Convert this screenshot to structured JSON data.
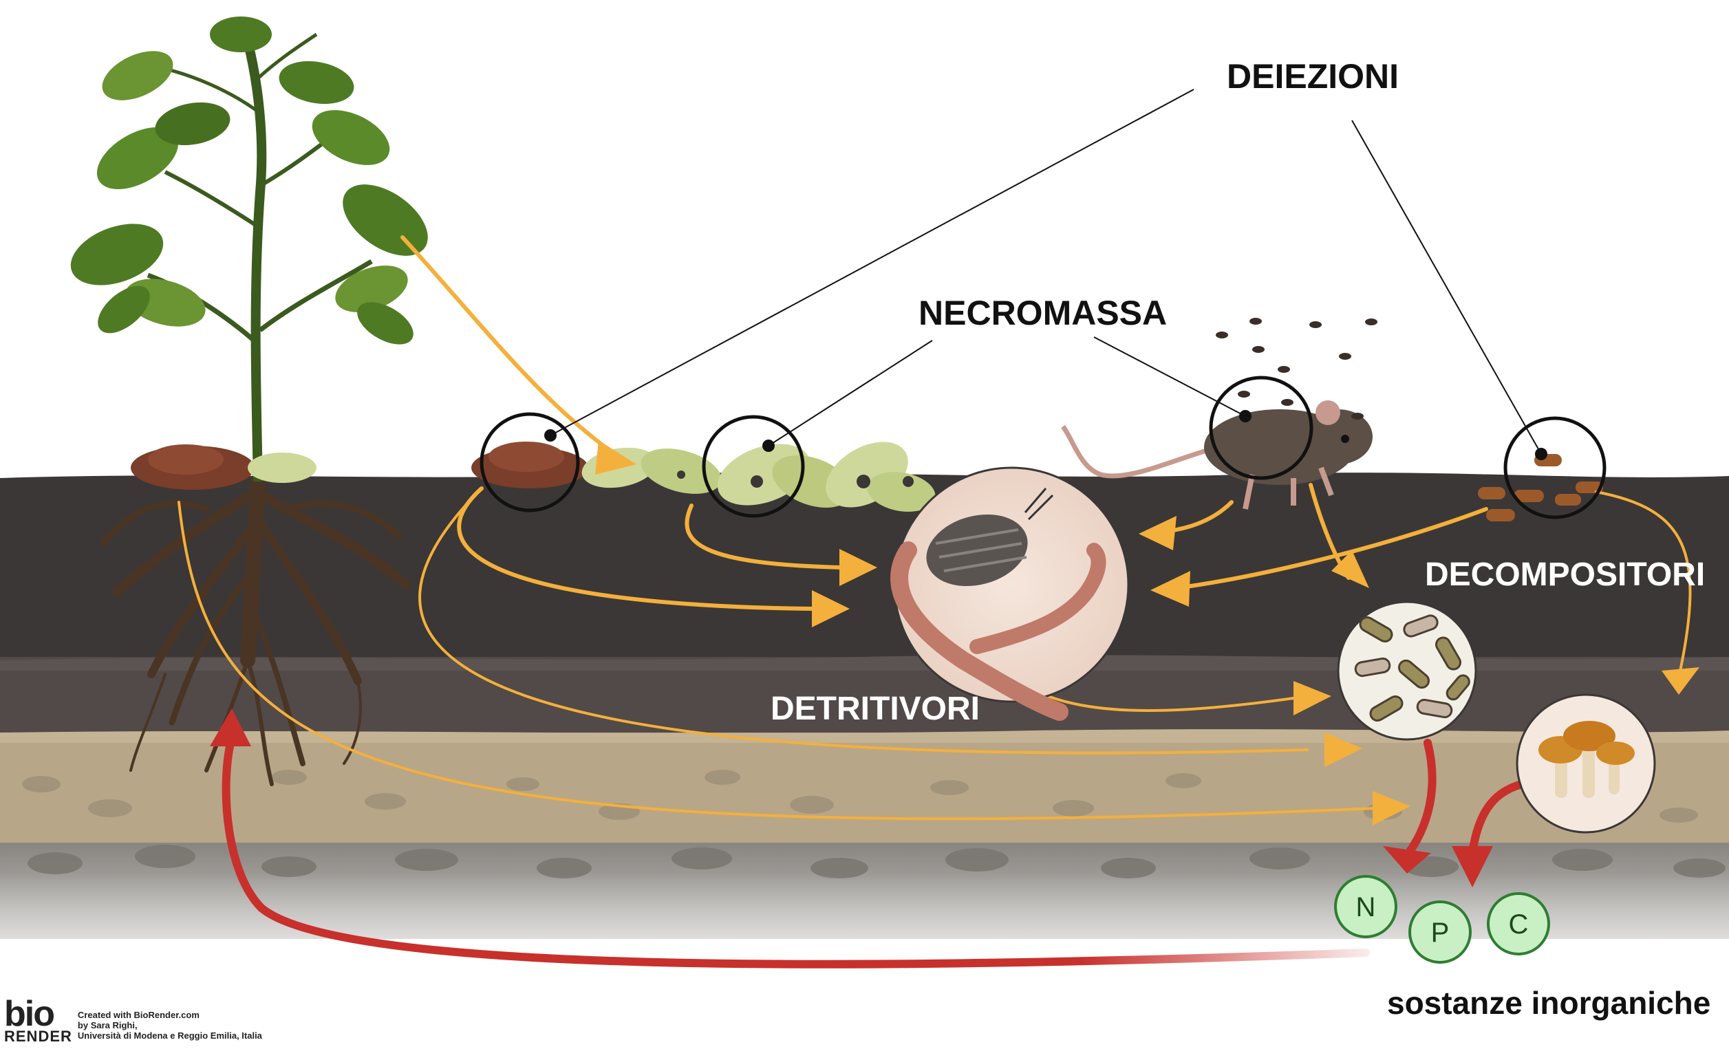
{
  "labels": {
    "deiezioni": "DEIEZIONI",
    "necromassa": "NECROMASSA",
    "detritivori": "DETRITIVORI",
    "decompositori": "DECOMPOSITORI",
    "sostanze_inorganiche": "sostanze inorganiche"
  },
  "nutrients": [
    {
      "symbol": "N"
    },
    {
      "symbol": "P"
    },
    {
      "symbol": "C"
    }
  ],
  "logo": {
    "mark_top": "bio",
    "mark_bottom": "RENDER",
    "credit_lines": [
      "Created with BioRender.com",
      "by Sara Righi,",
      "Università di Modena e Reggio Emilia, Italia"
    ]
  },
  "colors": {
    "arrow_orange": "#f4b03c",
    "arrow_red": "#c8302c",
    "soil_dark": "#3b3736",
    "soil_mid": "#524a48",
    "soil_sand": "#b8a688",
    "soil_gravel": "#8a8782",
    "nutrient_fill": "#c9efc4",
    "nutrient_stroke": "#2e7d32"
  }
}
